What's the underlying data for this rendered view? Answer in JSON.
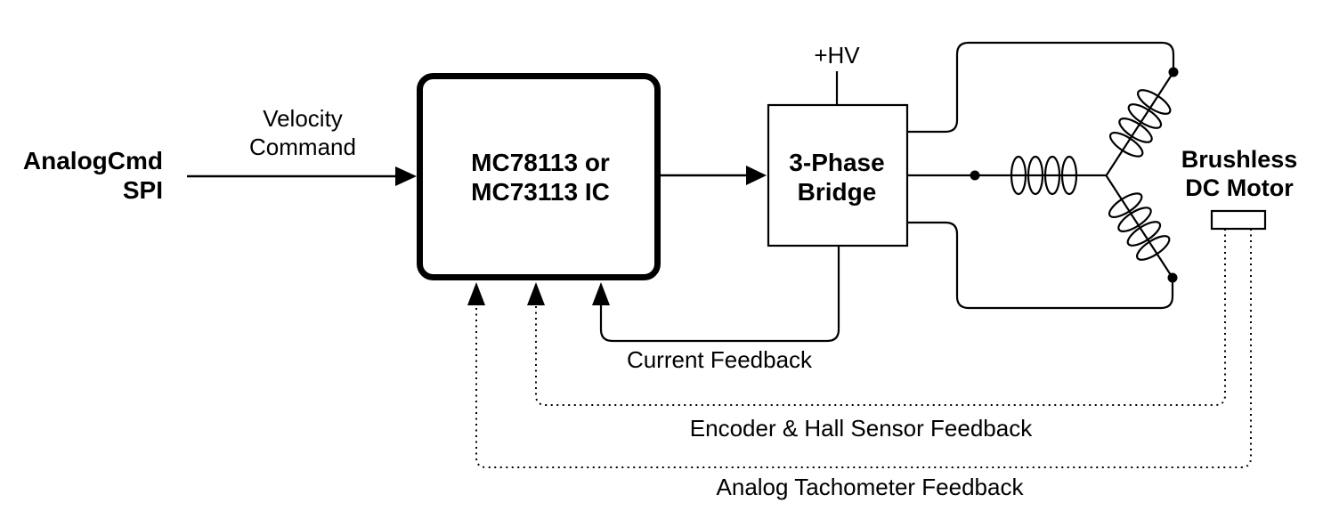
{
  "diagram": {
    "input_label": {
      "line1": "AnalogCmd",
      "line2": "SPI"
    },
    "command_label": {
      "line1": "Velocity",
      "line2": "Command"
    },
    "ic": {
      "line1": "MC78113 or",
      "line2": "MC73113 IC"
    },
    "bridge": {
      "line1": "3-Phase",
      "line2": "Bridge"
    },
    "hv": "+HV",
    "motor": {
      "line1": "Brushless",
      "line2": "DC Motor"
    },
    "feedback": {
      "current": "Current Feedback",
      "encoder": "Encoder & Hall Sensor Feedback",
      "tachometer": "Analog Tachometer Feedback"
    },
    "colors": {
      "stroke": "#000000",
      "background": "#ffffff"
    }
  }
}
